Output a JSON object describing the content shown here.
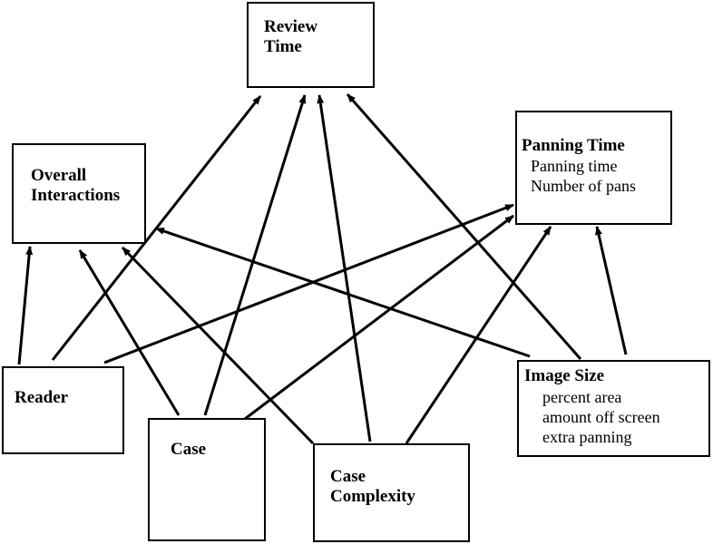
{
  "nodes": {
    "review_time": {
      "title": "Review\nTime"
    },
    "overall_interactions": {
      "title": "Overall\nInteractions"
    },
    "panning_time": {
      "title": "Panning Time",
      "details": [
        "Panning time",
        "Number of pans"
      ]
    },
    "reader": {
      "title": "Reader"
    },
    "case": {
      "title": "Case"
    },
    "case_complexity": {
      "title": "Case\nComplexity"
    },
    "image_size": {
      "title": "Image Size",
      "details": [
        "percent area",
        "amount off screen",
        "extra panning"
      ]
    }
  },
  "edges": [
    {
      "from": "reader",
      "to": "overall_interactions"
    },
    {
      "from": "reader",
      "to": "review_time"
    },
    {
      "from": "reader",
      "to": "panning_time"
    },
    {
      "from": "case",
      "to": "overall_interactions"
    },
    {
      "from": "case",
      "to": "review_time"
    },
    {
      "from": "case",
      "to": "panning_time"
    },
    {
      "from": "case_complexity",
      "to": "overall_interactions"
    },
    {
      "from": "case_complexity",
      "to": "review_time"
    },
    {
      "from": "case_complexity",
      "to": "panning_time"
    },
    {
      "from": "image_size",
      "to": "overall_interactions"
    },
    {
      "from": "image_size",
      "to": "review_time"
    },
    {
      "from": "image_size",
      "to": "panning_time"
    }
  ]
}
